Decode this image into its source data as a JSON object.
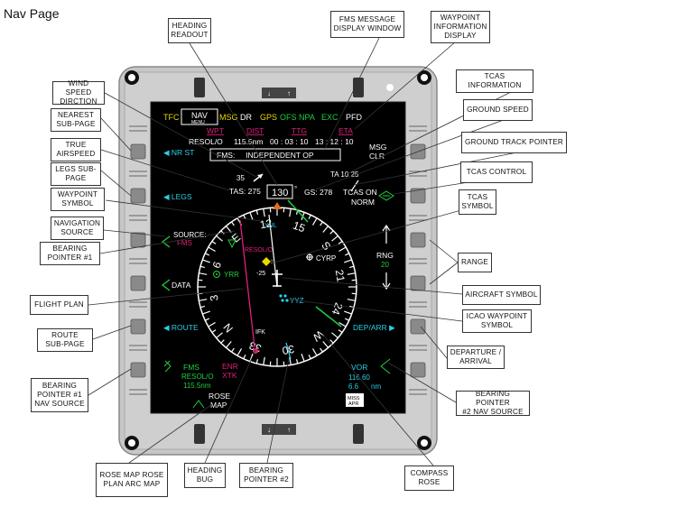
{
  "page": {
    "title": "Nav Page"
  },
  "display": {
    "modes": {
      "tfc": "TFC",
      "nav": "NAV",
      "menu": "MENU",
      "msg": "MSG",
      "dr": "DR",
      "gps": "GPS",
      "ofs": "OFS",
      "npa": "NPA",
      "exc": "EXC",
      "pfd": "PFD"
    },
    "fms_header": {
      "wpt": "WPT",
      "dist": "DIST",
      "ttg": "TTG",
      "eta": "ETA",
      "row_label": "RESOL/O",
      "dist_val": "115.5nm",
      "ttg_val": "00 : 03 : 10",
      "eta_val": "13 : 12 : 10"
    },
    "msg_clr": {
      "msg": "MSG",
      "clr": "CLR"
    },
    "fms_message": "FMS:     INDEPENDENT OP",
    "wind": {
      "speed": "35"
    },
    "tas": "TAS: 275",
    "heading": "130",
    "degree": "°",
    "gs": "GS: 278",
    "ta": "TA 10 25",
    "tcas_mode": {
      "on": "TCAS ON",
      "norm": "NORM"
    },
    "softkeys_left": {
      "nrst": "NR ST",
      "legs": "LEGS",
      "source": "SOURCE:",
      "source_val": "FMS",
      "data": "DATA",
      "route": "ROUTE"
    },
    "softkeys_right": {
      "dep_arr": "DEP/ARR"
    },
    "range": {
      "label": "RNG",
      "value": "20"
    },
    "compass_labels": [
      "N",
      "3",
      "6",
      "E",
      "12",
      "15",
      "S",
      "21",
      "24",
      "W",
      "30",
      "33"
    ],
    "waypoints": {
      "yul": "YUL",
      "yrr": "YRR",
      "cyrp": "CYRP",
      "yyz": "YYZ",
      "ifk": "IFK",
      "resolo": "RESOL/O"
    },
    "traffic_alt": "-25",
    "bp1_source": {
      "fms": "FMS",
      "resolo": "RESOL/O",
      "dist": "115.5nm"
    },
    "enr_xtk": {
      "enr": "ENR",
      "xtk": "XTK"
    },
    "rose_map": {
      "line1": "ROSE",
      "line2": "MAP"
    },
    "vor": {
      "label": "VOR",
      "freq": "116.60",
      "dist_val": "6.6",
      "unit": "nm"
    },
    "miss_apr": {
      "l1": "MISS",
      "l2": "APR"
    }
  },
  "callouts": {
    "heading_readout": "HEADING\nREADOUT",
    "fms_message_window": "FMS MESSAGE\nDISPLAY WINDOW",
    "waypoint_info": "WAYPOINT\nINFORMATION\nDISPLAY",
    "wind_speed": "WIND SPEED\nDIRCTION",
    "nearest": "NEAREST\nSUB-PAGE",
    "true_airspeed": "TRUE\nAIRSPEED",
    "legs": "LEGS SUB-\nPAGE",
    "waypoint_symbol": "WAYPOINT\nSYMBOL",
    "nav_source": "NAVIGATION\nSOURCE",
    "bearing_pointer_1": "BEARING\nPOINTER #1",
    "flight_plan": "FLIGHT PLAN",
    "route": "ROUTE\nSUB-PAGE",
    "bp1_nav_source": "BEARING\nPOINTER #1\nNAV SOURCE",
    "tcas_info": "TCAS INFORMATION",
    "ground_speed": "GROUND SPEED",
    "ground_track": "GROUND TRACK POINTER",
    "tcas_control": "TCAS CONTROL",
    "tcas_symbol": "TCAS\nSYMBOL",
    "range": "RANGE",
    "aircraft_symbol": "AIRCRAFT SYMBOL",
    "icao_waypoint": "ICAO WAYPOINT\nSYMBOL",
    "dep_arr": "DEPARTURE /\nARRIVAL",
    "bp2_nav_source": "BEARING POINTER\n#2 NAV SOURCE",
    "rose_map_plan": "ROSE MAP ROSE\nPLAN ARC MAP",
    "heading_bug": "HEADING\nBUG",
    "bearing_pointer_2": "BEARING\nPOINTER #2",
    "compass_rose": "COMPASS\nROSE"
  }
}
